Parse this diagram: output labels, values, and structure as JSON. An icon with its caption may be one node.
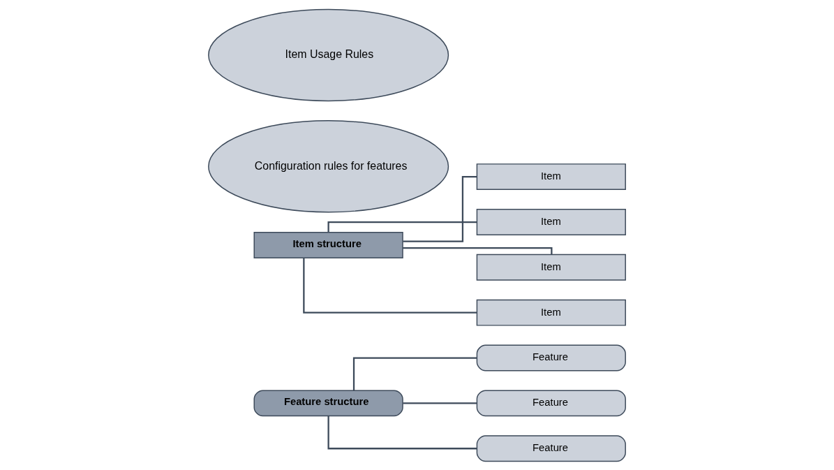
{
  "diagram": {
    "nodes": [
      {
        "text": [
          "Feature structure"
        ]
      },
      {
        "text": [
          "Feature"
        ]
      },
      {
        "text": [
          "Feature"
        ]
      },
      {
        "text": [
          "Feature"
        ]
      },
      {
        "text": [
          "Item structure"
        ]
      },
      {
        "text": [
          "Item"
        ]
      },
      {
        "text": [
          "Item"
        ]
      },
      {
        "text": [
          "Item"
        ]
      },
      {
        "text": [
          "Item"
        ]
      },
      {
        "text": [
          "Configuration rules for features"
        ]
      },
      {
        "text": [
          "Item Usage Rules"
        ]
      }
    ],
    "edges": [
      {
        "from": 0,
        "to": 1,
        "arrow": "none"
      },
      {
        "from": 0,
        "to": 2,
        "arrow": "none"
      },
      {
        "from": 0,
        "to": 3,
        "arrow": "none"
      },
      {
        "from": 4,
        "to": 5,
        "arrow": "none"
      },
      {
        "from": 4,
        "to": 6,
        "arrow": "none"
      },
      {
        "from": 4,
        "to": 7,
        "arrow": "none"
      },
      {
        "from": 4,
        "to": 8,
        "arrow": "none"
      }
    ]
  }
}
